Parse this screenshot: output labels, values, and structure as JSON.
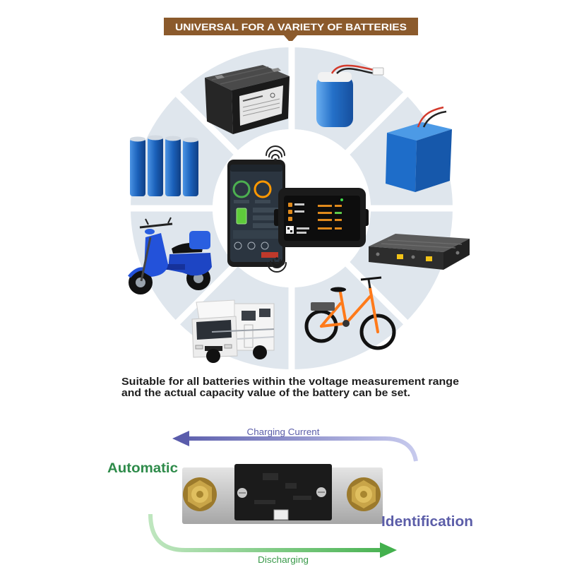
{
  "banner": {
    "title": "UNIVERSAL FOR A VARIETY OF BATTERIES"
  },
  "description": {
    "line1": "Suitable for all batteries within the voltage measurement range",
    "line2": "and the actual capacity value of the battery can be set."
  },
  "shunt_diagram": {
    "charging_label": "Charging Current",
    "discharging_label": "Discharging",
    "left_label": "Automatic",
    "right_label": "Identification"
  },
  "icons": {
    "signal": "wireless-signal-icon"
  },
  "colors": {
    "banner": "#8b5a2c",
    "ring": "#dfe6ed",
    "charging_arrow": "#5a5cab",
    "discharging_arrow": "#43b04d",
    "automatic_text": "#2e8b4a",
    "identification_text": "#5b5da8",
    "body_text": "#1e1e1e"
  }
}
